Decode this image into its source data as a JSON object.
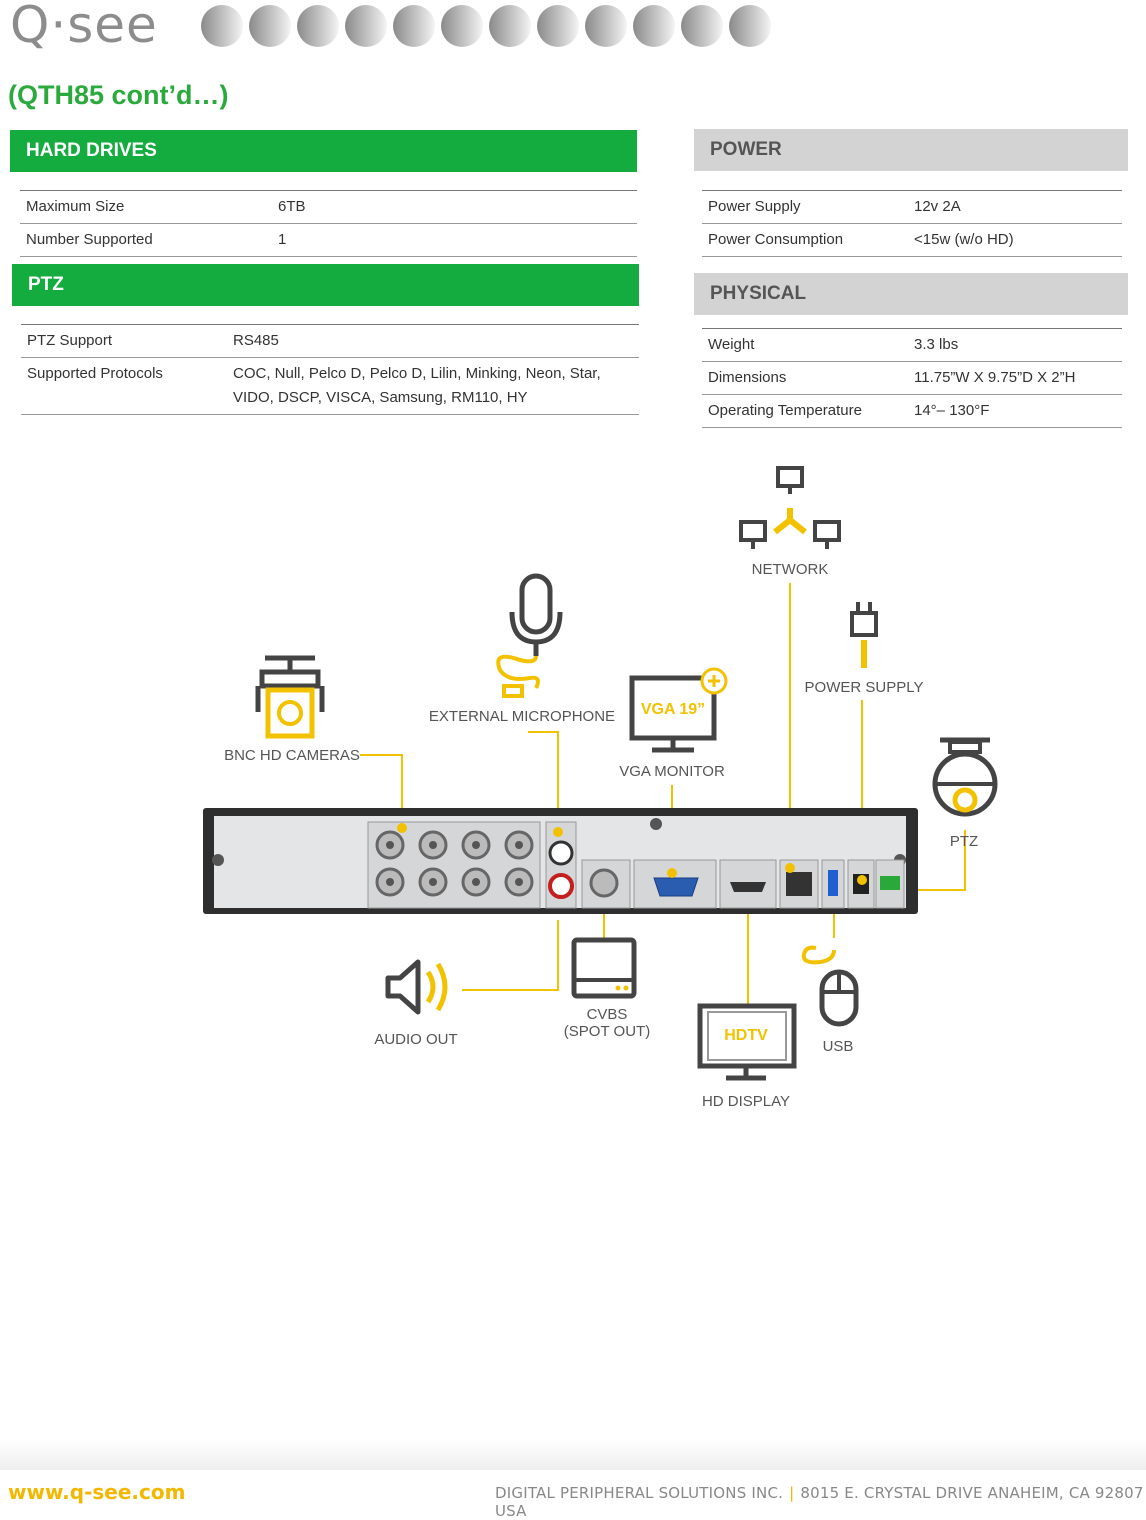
{
  "brand": {
    "logo_text": "Q·see"
  },
  "subtitle": "(QTH85 cont’d…)",
  "colors": {
    "green": "#14ab3f",
    "grey": "#d3d3d3",
    "accent": "#f2c200"
  },
  "hard_drives": {
    "title": "HARD DRIVES",
    "rows": [
      {
        "label": "Maximum Size",
        "value": "6TB"
      },
      {
        "label": "Number Supported",
        "value": "1"
      }
    ]
  },
  "ptz": {
    "title": "PTZ",
    "rows": [
      {
        "label": "PTZ Support",
        "value": "RS485"
      },
      {
        "label": "Supported Protocols",
        "value": "COC, Null, Pelco D, Pelco D, Lilin, Minking, Neon, Star, VIDO, DSCP, VISCA, Samsung, RM110, HY"
      }
    ]
  },
  "power": {
    "title": "POWER",
    "rows": [
      {
        "label": "Power Supply",
        "value": "12v 2A"
      },
      {
        "label": "Power Consumption",
        "value": "<15w (w/o HD)"
      }
    ]
  },
  "physical": {
    "title": "PHYSICAL",
    "rows": [
      {
        "label": "Weight",
        "value": "3.3  lbs"
      },
      {
        "label": "Dimensions",
        "value": "11.75”W X 9.75”D X 2”H"
      },
      {
        "label": "Operating Temperature",
        "value": "14°– 130°F"
      }
    ]
  },
  "diagram": {
    "labels": {
      "network": "NETWORK",
      "power_supply": "POWER SUPPLY",
      "external_microphone": "EXTERNAL MICROPHONE",
      "vga_monitor": "VGA MONITOR",
      "vga_screen": "VGA 19”",
      "bnc_cameras": "BNC HD CAMERAS",
      "ptz": "PTZ",
      "audio_out": "AUDIO OUT",
      "cvbs": "CVBS",
      "spot_out": "(SPOT OUT)",
      "hdtv": "HDTV",
      "hd_display": "HD DISPLAY",
      "usb": "USB"
    },
    "icons": [
      "network-icon",
      "power-plug-icon",
      "microphone-icon",
      "vga-monitor-icon",
      "bnc-camera-icon",
      "ptz-camera-icon",
      "speaker-icon",
      "cvbs-monitor-icon",
      "hdtv-icon",
      "mouse-icon"
    ]
  },
  "footer": {
    "url": "www.q-see.com",
    "company": "DIGITAL PERIPHERAL SOLUTIONS INC.",
    "separator": "|",
    "address": "8015 E. CRYSTAL DRIVE ANAHEIM, CA 92807 USA"
  }
}
